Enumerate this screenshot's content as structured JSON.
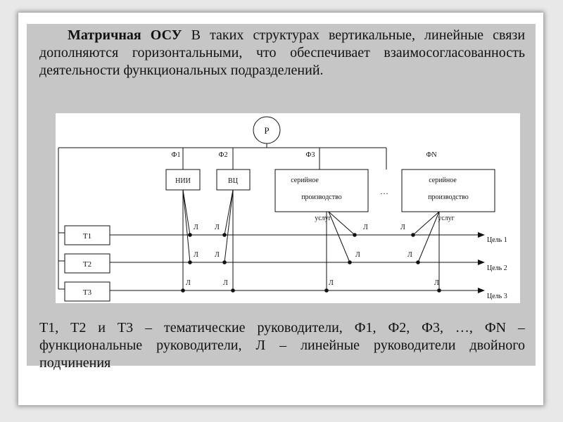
{
  "intro": {
    "title": "Матричная ОСУ",
    "text": "В таких структурах вертикальные, линейные связи дополняются горизонтальными, что обеспечивает взаимосогласованность деятельности функциональных подразделений."
  },
  "diagram": {
    "root": "Р",
    "functions": [
      "Ф1",
      "Ф2",
      "Ф3",
      "ФN"
    ],
    "units": [
      {
        "lines": [
          "НИИ"
        ]
      },
      {
        "lines": [
          "ВЦ"
        ]
      },
      {
        "lines": [
          "серийное",
          "производство",
          "услуг"
        ]
      },
      {
        "lines": [
          "серийное",
          "производство",
          "услуг"
        ]
      }
    ],
    "ellipsis": "…",
    "themes": [
      "Т1",
      "Т2",
      "Т3"
    ],
    "goals": [
      "Цель 1",
      "Цель 2",
      "Цель 3"
    ],
    "linear_label": "Л"
  },
  "caption": {
    "text": "Т1, Т2 и Т3 – тематические руководители, Ф1, Ф2, Ф3, …, ФN – функциональные руководители, Л – линейные руководители двойного подчинения"
  },
  "colors": {
    "band": "#c6c6c6",
    "background": "#e8e8e8",
    "ink": "#111111"
  }
}
